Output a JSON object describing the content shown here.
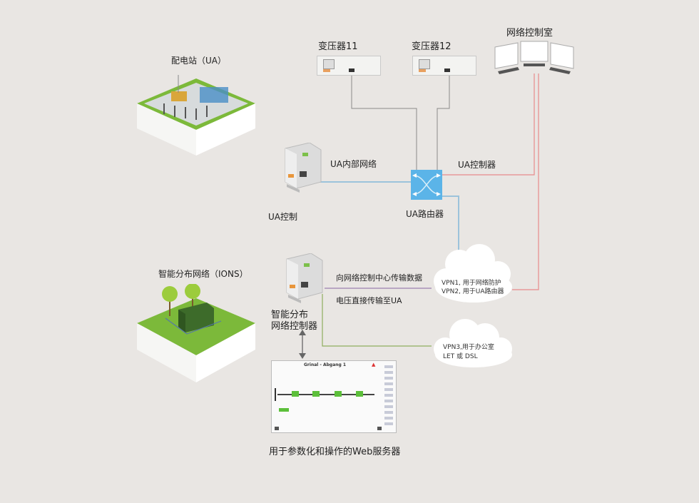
{
  "title": "智能分布网络与配电站网络拓扑",
  "substation": {
    "label": "配电站（UA）"
  },
  "transformers": [
    {
      "label": "变压器11"
    },
    {
      "label": "变压器12"
    }
  ],
  "control_room": {
    "label": "网络控制室"
  },
  "ua_controller_device": {
    "label": "UA控制"
  },
  "ua_internal_network": {
    "label": "UA内部网络"
  },
  "ua_router": {
    "label": "UA路由器"
  },
  "ua_control_link": {
    "label": "UA控制器"
  },
  "ions": {
    "label": "智能分布网络（IONS）"
  },
  "ions_controller": {
    "line1": "智能分布",
    "line2": "网络控制器"
  },
  "links": {
    "to_control_center": "向网络控制中心传输数据",
    "voltage_to_ua": "电压直接传输至UA"
  },
  "cloud_vpn12": {
    "line1": "VPN1, 用于网络防护",
    "line2": "VPN2, 用于UA路由器"
  },
  "cloud_vpn3": {
    "line1": "VPN3,用于办公室",
    "line2": "LET 或 DSL"
  },
  "web_server": {
    "caption": "用于参数化和操作的Web服务器",
    "screen_title": "Grinal - Abgang 1"
  },
  "colors": {
    "background": "#e9e6e3",
    "router": "#5bb4e8",
    "blue_line": "#9cc3db",
    "red_line": "#e88a8a",
    "purple_line": "#9a7fb0",
    "green_line": "#8fae5e",
    "gray_line": "#8a8a8a",
    "grass": "#7cb93a"
  }
}
